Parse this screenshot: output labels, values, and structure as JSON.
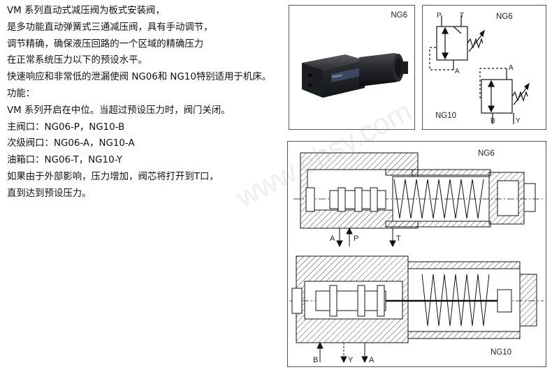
{
  "description": {
    "lines": [
      "VM 系列直动式减压阀为板式安装阀，",
      "是多功能直动弹簧式三通减压阀，具有手动调节，",
      "调节精确，确保液压回路的一个区域的精确压力",
      "在正常系统压力以下的预设水平。",
      "快速响应和非常低的泄漏使阀 NG06和 NG10特别适用于机床。",
      "功能：",
      "VM 系列开启在中位。当超过预设压力时，阀门关闭。",
      "主阀口：NG06-P，NG10-B",
      "次级阀口：NG06-A，NG10-A",
      "油箱口：NG06-T，NG10-Y",
      "如果由于外部影响，压力增加，阀芯将打开到T口，",
      "直到达到预设压力。"
    ]
  },
  "photo_panel": {
    "label": "NG6",
    "brand": "Parker"
  },
  "symbol_panel": {
    "ng6_label": "NG6",
    "ng10_label": "NG10",
    "ng6_ports": {
      "p": "P",
      "t": "T",
      "a": "A"
    },
    "ng10_ports": {
      "a": "A",
      "b": "B",
      "y": "Y"
    }
  },
  "section_panel": {
    "ng6_label": "NG6",
    "ng10_label": "NG10",
    "ng6_ports": {
      "a": "A",
      "p": "P",
      "t": "T"
    },
    "ng10_ports": {
      "b": "B",
      "y": "Y",
      "a": "A"
    }
  },
  "watermark": "www.ehsy.com"
}
